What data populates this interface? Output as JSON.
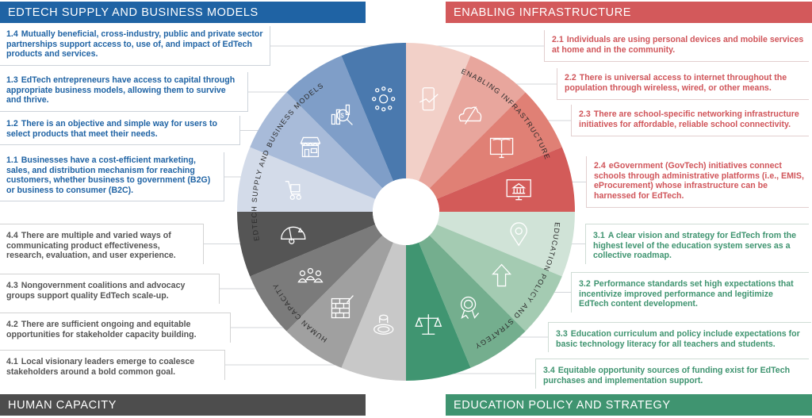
{
  "quadrants": [
    {
      "id": "supply",
      "title": "EDTECH SUPPLY AND BUSINESS MODELS",
      "ring_label": "EDTECH SUPPLY AND BUSINESS MODELS",
      "color": "#1f63a4",
      "items": [
        {
          "num": "1.1",
          "text": "Businesses have a cost-efficient marketing, sales, and distribution mechanism for reaching customers, whether business to government (B2G) or business to consumer (B2C).",
          "icon": "cart-icon",
          "segment_color": "#d3dbe9"
        },
        {
          "num": "1.2",
          "text": "There is an objective and simple way for users to select products that meet their needs.",
          "icon": "storefront-icon",
          "segment_color": "#a8bbd9"
        },
        {
          "num": "1.3",
          "text": "EdTech entrepreneurs have access to capital through appropriate business models, allowing them to survive and thrive.",
          "icon": "finance-magnifier-icon",
          "segment_color": "#7f9ec8"
        },
        {
          "num": "1.4",
          "text": "Mutually beneficial, cross-industry, public and private sector partnerships support access to, use of, and impact of EdTech products and services.",
          "icon": "network-people-icon",
          "segment_color": "#4a79ae"
        }
      ]
    },
    {
      "id": "infra",
      "title": "ENABLING INFRASTRUCTURE",
      "ring_label": "ENABLING INFRASTRUCTURE",
      "color": "#d3595b",
      "items": [
        {
          "num": "2.1",
          "text": "Individuals are using personal devices and mobile services at home and in the community.",
          "icon": "mobile-phone-icon",
          "segment_color": "#f2d0c8"
        },
        {
          "num": "2.2",
          "text": "There is universal access to internet throughout the population through wireless, wired, or other means.",
          "icon": "cloud-icon",
          "segment_color": "#e8a69d"
        },
        {
          "num": "2.3",
          "text": "There are school-specific networking infrastructure initiatives for affordable, reliable school connectivity.",
          "icon": "book-monitor-icon",
          "segment_color": "#e08075"
        },
        {
          "num": "2.4",
          "text": "eGovernment (GovTech) initiatives connect schools through administrative platforms (i.e., EMIS, eProcurement) whose infrastructure can be harnessed for EdTech.",
          "icon": "government-monitor-icon",
          "segment_color": "#d35b59"
        }
      ]
    },
    {
      "id": "policy",
      "title": "EDUCATION POLICY AND STRATEGY",
      "ring_label": "EDUCATION POLICY AND STRATEGY",
      "color": "#3f9470",
      "items": [
        {
          "num": "3.1",
          "text": "A clear vision and strategy for EdTech from the highest level of the education system serves as a collective roadmap.",
          "icon": "location-pin-icon",
          "segment_color": "#d0e3d7"
        },
        {
          "num": "3.2",
          "text": "Performance standards set high expectations that incentivize improved performance and legitimize EdTech content development.",
          "icon": "arrow-up-icon",
          "segment_color": "#a4cbb2"
        },
        {
          "num": "3.3",
          "text": "Education curriculum and policy include expectations for basic technology literacy for all teachers and students.",
          "icon": "award-badge-icon",
          "segment_color": "#74ae8e"
        },
        {
          "num": "3.4",
          "text": "Equitable opportunity sources of funding exist for EdTech purchases and implementation support.",
          "icon": "scales-icon",
          "segment_color": "#409571"
        }
      ]
    },
    {
      "id": "human",
      "title": "HUMAN CAPACITY",
      "ring_label": "HUMAN CAPACITY",
      "color": "#4d4d4d",
      "items": [
        {
          "num": "4.1",
          "text": "Local visionary leaders emerge to coalesce stakeholders around a bold common goal.",
          "icon": "stamp-icon",
          "segment_color": "#c8c8c8"
        },
        {
          "num": "4.2",
          "text": "There are sufficient ongoing and equitable opportunities for stakeholder capacity building.",
          "icon": "brick-wall-icon",
          "segment_color": "#a0a0a0"
        },
        {
          "num": "4.3",
          "text": "Nongovernment coalitions and advocacy groups support quality EdTech scale-up.",
          "icon": "group-people-icon",
          "segment_color": "#7b7b7b"
        },
        {
          "num": "4.4",
          "text": "There are multiple and varied ways of communicating product effectiveness, research, evaluation, and user experience.",
          "icon": "gauge-icon",
          "segment_color": "#555555"
        }
      ]
    }
  ]
}
